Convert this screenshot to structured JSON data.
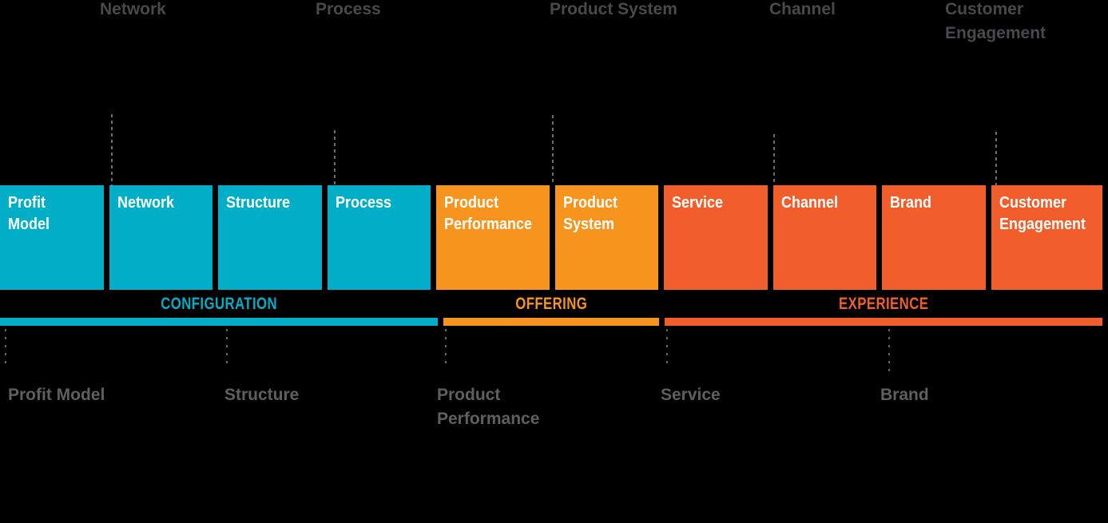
{
  "framework": {
    "top_labels": [
      "Network",
      "Process",
      "Product System",
      "Channel",
      "Customer Engagement"
    ],
    "boxes": [
      {
        "label": "Profit Model",
        "category": "Configuration",
        "color": "#00AEC7"
      },
      {
        "label": "Network",
        "category": "Configuration",
        "color": "#00AEC7"
      },
      {
        "label": "Structure",
        "category": "Configuration",
        "color": "#00AEC7"
      },
      {
        "label": "Process",
        "category": "Configuration",
        "color": "#00AEC7"
      },
      {
        "label": "Product Performance",
        "category": "Offering",
        "color": "#F7941E"
      },
      {
        "label": "Product System",
        "category": "Offering",
        "color": "#F7941E"
      },
      {
        "label": "Service",
        "category": "Experience",
        "color": "#F15E2B"
      },
      {
        "label": "Channel",
        "category": "Experience",
        "color": "#F15E2B"
      },
      {
        "label": "Brand",
        "category": "Experience",
        "color": "#F15E2B"
      },
      {
        "label": "Customer Engagement",
        "category": "Experience",
        "color": "#F15E2B"
      }
    ],
    "categories": [
      {
        "label": "CONFIGURATION",
        "color": "#00AEC7"
      },
      {
        "label": "OFFERING",
        "color": "#F7941E"
      },
      {
        "label": "EXPERIENCE",
        "color": "#F15E2B"
      }
    ],
    "bottom_labels": [
      "Profit Model",
      "Structure",
      "Product Performance",
      "Service",
      "Brand"
    ]
  },
  "palette": {
    "background": "#000000",
    "configuration_teal": "#00AEC7",
    "offering_orange": "#F7941E",
    "experience_red_orange": "#F15E2B",
    "top_label_gray": "#48494B",
    "bottom_label_gray": "#5E5F61",
    "dotted_line_gray": "#6E6E70",
    "box_text_white": "#FFFFFF"
  }
}
